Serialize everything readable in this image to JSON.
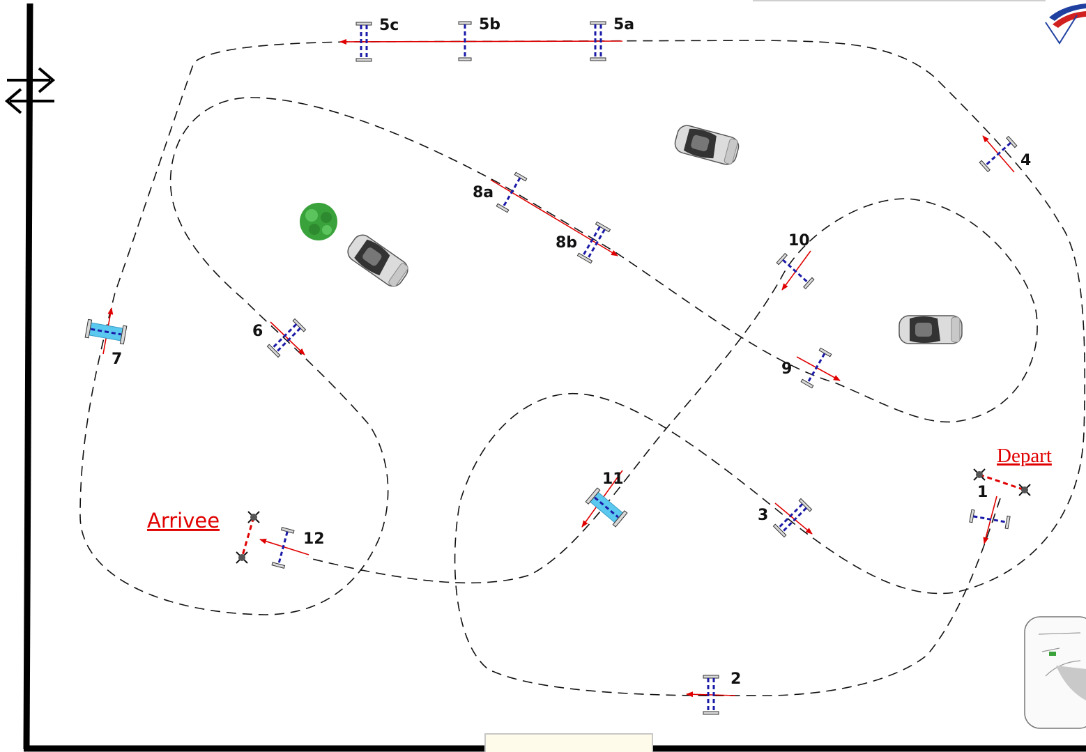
{
  "course": {
    "obstacles": {
      "o1": "1",
      "o2": "2",
      "o3": "3",
      "o4": "4",
      "o5a": "5a",
      "o5b": "5b",
      "o5c": "5c",
      "o6": "6",
      "o7": "7",
      "o8a": "8a",
      "o8b": "8b",
      "o9": "9",
      "o10": "10",
      "o11": "11",
      "o12": "12"
    },
    "start_label": "Depart",
    "finish_label": "Arrivee"
  },
  "colors": {
    "route": "#111111",
    "direction_arrow": "#e00000",
    "poles": "#1a1aa8",
    "water_tray": "#5bc8ef",
    "start_finish": "#e00000",
    "tree": "#3aa23a",
    "car": "#dcdcdc"
  },
  "icons": {
    "entrance": "double-arrow-icon",
    "tree": "tree-icon",
    "car": "car-icon",
    "logo": "federation-logo",
    "thumbnail": "sketch-thumbnail"
  }
}
